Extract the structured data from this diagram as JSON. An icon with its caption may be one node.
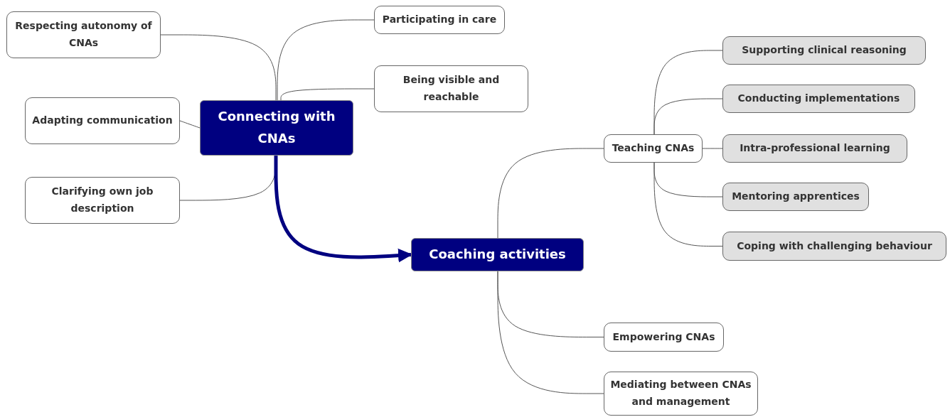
{
  "diagram": {
    "nodes": [
      {
        "text": [
          "Connecting with CNAs"
        ]
      },
      {
        "text": [
          "Respecting autonomy of CNAs"
        ]
      },
      {
        "text": [
          "Participating in care"
        ]
      },
      {
        "text": [
          "Being visible and reachable"
        ]
      },
      {
        "text": [
          "Adapting communication"
        ]
      },
      {
        "text": [
          "Clarifying own job description"
        ]
      },
      {
        "text": [
          "Coaching activities"
        ]
      },
      {
        "text": [
          "Teaching CNAs"
        ]
      },
      {
        "text": [
          "Supporting clinical reasoning"
        ]
      },
      {
        "text": [
          "Conducting implementations"
        ]
      },
      {
        "text": [
          "Intra-professional learning"
        ]
      },
      {
        "text": [
          "Mentoring apprentices"
        ]
      },
      {
        "text": [
          "Coping with challenging behaviour"
        ]
      },
      {
        "text": [
          "Empowering CNAs"
        ]
      },
      {
        "text": [
          "Mediating between CNAs and management"
        ]
      }
    ],
    "edges": [
      {
        "from": 0,
        "to": 1,
        "arrow": "none"
      },
      {
        "from": 0,
        "to": 2,
        "arrow": "none"
      },
      {
        "from": 0,
        "to": 3,
        "arrow": "none"
      },
      {
        "from": 0,
        "to": 4,
        "arrow": "none"
      },
      {
        "from": 0,
        "to": 5,
        "arrow": "none"
      },
      {
        "from": 0,
        "to": 6,
        "arrow": "to",
        "style": "thick",
        "color": "#000080"
      },
      {
        "from": 6,
        "to": 7,
        "arrow": "none"
      },
      {
        "from": 7,
        "to": 8,
        "arrow": "none"
      },
      {
        "from": 7,
        "to": 9,
        "arrow": "none"
      },
      {
        "from": 7,
        "to": 10,
        "arrow": "none"
      },
      {
        "from": 7,
        "to": 11,
        "arrow": "none"
      },
      {
        "from": 7,
        "to": 12,
        "arrow": "none"
      },
      {
        "from": 6,
        "to": 13,
        "arrow": "none"
      },
      {
        "from": 6,
        "to": 14,
        "arrow": "none"
      }
    ]
  }
}
